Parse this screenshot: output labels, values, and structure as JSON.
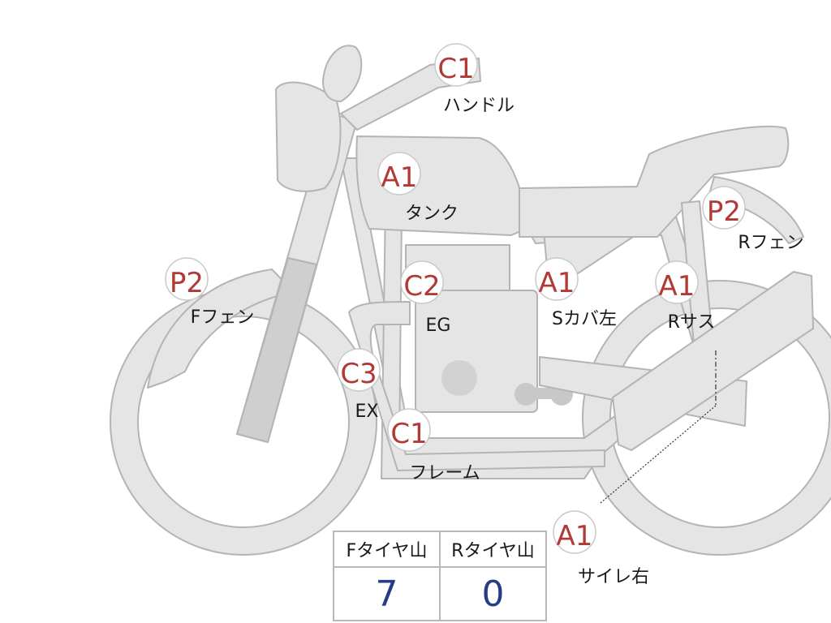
{
  "diagram": {
    "parts": [
      {
        "id": "handle",
        "code": "C1",
        "label": "ハンドル"
      },
      {
        "id": "tank",
        "code": "A1",
        "label": "タンク"
      },
      {
        "id": "r-fender",
        "code": "P2",
        "label": "Rフェン"
      },
      {
        "id": "f-fender",
        "code": "P2",
        "label": "Fフェン"
      },
      {
        "id": "engine",
        "code": "C2",
        "label": "EG"
      },
      {
        "id": "s-cover-left",
        "code": "A1",
        "label": "Sカバ左"
      },
      {
        "id": "r-suspension",
        "code": "A1",
        "label": "Rサス"
      },
      {
        "id": "exhaust",
        "code": "C3",
        "label": "EX"
      },
      {
        "id": "frame",
        "code": "C1",
        "label": "フレーム"
      },
      {
        "id": "muffler-right",
        "code": "A1",
        "label": "サイレ右"
      }
    ],
    "colors": {
      "code": "#b03a36",
      "label": "#1a1a1a",
      "body_fill": "#e5e5e5",
      "outline": "#b4b4b4",
      "tread_value": "#283a8a"
    }
  },
  "tire_table": {
    "headers": [
      "Fタイヤ山",
      "Rタイヤ山"
    ],
    "values": [
      "7",
      "0"
    ]
  }
}
